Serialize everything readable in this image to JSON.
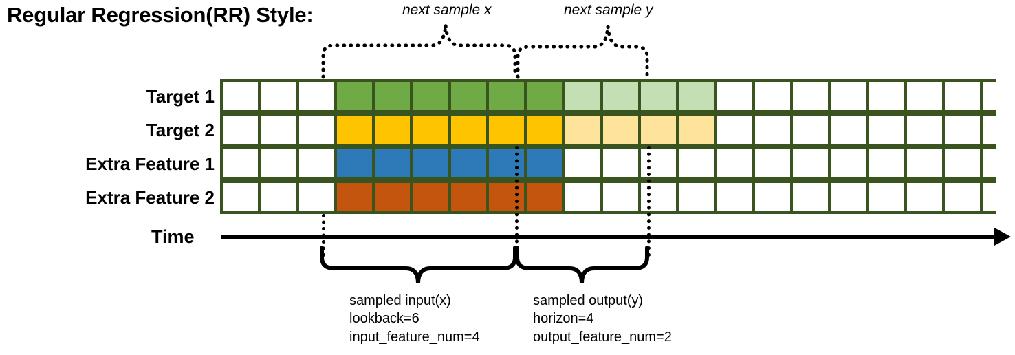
{
  "title": "Regular Regression(RR) Style:",
  "colors": {
    "grid_border": "#3a5420",
    "target1": "#6faa46",
    "target2": "#ffc400",
    "extra1": "#2e7ab8",
    "extra2": "#c4550f",
    "target1_light": "#c5dfb4",
    "target2_light": "#fde49a",
    "empty": "#ffffff",
    "line": "#000000"
  },
  "rows": [
    {
      "label": "Target 1",
      "fill": "#6faa46",
      "light": "#c5dfb4",
      "has_output": true
    },
    {
      "label": "Target 2",
      "fill": "#ffc400",
      "light": "#fde49a",
      "has_output": true
    },
    {
      "label": "Extra Feature 1",
      "fill": "#2e7ab8",
      "light": null,
      "has_output": false
    },
    {
      "label": "Extra Feature 2",
      "fill": "#c4550f",
      "light": null,
      "has_output": false
    }
  ],
  "grid": {
    "total_columns": 22,
    "leading_empty_columns": 3,
    "input_columns": 6,
    "output_columns": 4,
    "trailing_empty_columns": 9
  },
  "axis": {
    "label": "Time"
  },
  "top_braces": [
    {
      "label": "next sample x"
    },
    {
      "label": "next sample y"
    }
  ],
  "bottom_captions": [
    {
      "line1": "sampled input(x)",
      "line2": "lookback=6",
      "line3": "input_feature_num=4"
    },
    {
      "line1": "sampled output(y)",
      "line2": "horizon=4",
      "line3": "output_feature_num=2"
    }
  ]
}
